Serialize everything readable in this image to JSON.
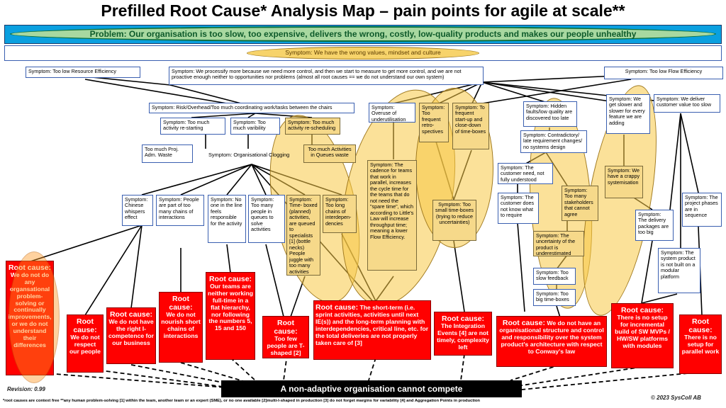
{
  "title": "Prefilled Root Cause* Analysis Map – pain points for agile at scale**",
  "problem": "Problem: Our organisation is too slow, too expensive, delivers the wrong, costly, low-quality products and makes our people unhealthy",
  "symptoms": {
    "wrong_values": "Symptom: We have the wrong values, mindset and culture",
    "resource_eff": "Symptom: Too low Resource Efficiency",
    "control": "Symptom: We processify more because we need more control, and then we start to measure to get more control, and we are not proactive enough neither to opportunities nor problems (almost all root causes == we do not understand our own system)",
    "flow_eff": "Symptom: Too low Flow Efficiency",
    "risk": "Symptom: Risk/Overhead/Too much coordinating work/tasks between the chairs",
    "restarting": "Symptom: Too much activity re-starting",
    "variability": "Symptom: Too much varibility",
    "rescheduling": "Symptom: Too much activity re-scheduling",
    "adm_waste": "Too much Proj. Adm. Waste",
    "clogging": "Symptom: Organisational Clogging",
    "queues_waste": "Too much Activities in Queues waste",
    "underutil": "Symptom: Overuse of underutilisation",
    "frequent_retro": "Symptom: Too frequent retro-spectives",
    "frequent_startup": "Symptom: To frequent start-up and close-down of time-boxes",
    "hidden_faults": "Symptom: Hidden faults/low quality are discovered too late",
    "slower": "Symptom: We get slower and slower for every feature we are adding",
    "value_slow": "Symptom: We deliver customer value too slow",
    "contradictory": "Symptom: Contradictory/ late requirement changes/ no systems design",
    "cadence": "Symptom: The cadence for teams that work in parallel, increases the cycle time for the teams that do not need the \"spare time\", which according to Little's Law will increase throughput time; meaning a lower Flow Efficiency.",
    "customer_need": "Symptom: The customer need, not fully understood",
    "crappy": "Symptom: We have a crappy systemisation",
    "chinese": "Symptom: Chinese whispers effect",
    "chains": "Symptom: People are part of too many chains of interactions",
    "responsible": "Symptom: No one in the line feels responsible for the activity",
    "queues": "Symptom: Too many people in queues to solve activities",
    "timeboxed": "Symptom: Time- boxed (planned) activities, are queued to specialists [1] (bottle necks) People juggle with too many activities",
    "long_chains": "Symptom: Too long chains of interdepen-dencies",
    "small_timeboxes": "Symptom: Too small time-boxes (trying to reduce uncertainties)",
    "not_know": "Symptom: The customer does not know what to require",
    "stakeholders": "Symptom: Too many stakeholders that cannot agree",
    "delivery_packages": "Symptom: The delivery packages are too big",
    "phases": "Symptom: The project phases are in sequence",
    "uncertainty": "Symptom: The uncertainty of the product is underestimated",
    "not_modular": "Symptom: The system product is not built on a modular platform",
    "slow_feedback": "Symptom: Too slow feedback",
    "big_timeboxes": "Symptom: Too big time-boxes"
  },
  "root_causes": [
    {
      "head": "Root cause:",
      "text": "We do not do any organsational problem-solving or continually improvements, or we do not understand their differences"
    },
    {
      "head": "Root cause:",
      "text": "We do not respect our people"
    },
    {
      "head": "Root cause:",
      "text": "We do not have the right I-competence for our business"
    },
    {
      "head": "Root cause:",
      "text": "We do not nourish short chains of interactions"
    },
    {
      "head": "Root cause:",
      "text": "Our teams are neither working full-time in a flat hierarchy, nor following the numbers 5, 15 and 150"
    },
    {
      "head": "Root cause:",
      "text": "Too few people are T-shaped [2]"
    },
    {
      "head": "Root cause:",
      "text": "The short-term (i.e. sprint activities, activities until next IE(s)) and the long-term planning with interdependencies, critical line, etc. for the total deliveries are not properly taken care of [3]"
    },
    {
      "head": "Root cause:",
      "text": "The Integration Events [4] are not timely, complexity left"
    },
    {
      "head": "Root cause:",
      "text": "We do not have an organisational structure and control and responsibility over the system product's architecture with respect to Conway's law"
    },
    {
      "head": "Root cause:",
      "text": "There is no setup for incremental build of SW MVPs / HW/SW platforms with modules"
    },
    {
      "head": "Root cause:",
      "text": "There is no setup for parallel work"
    }
  ],
  "conclusion": "A non-adaptive organisation cannot compete",
  "revision": "Revision: 0.99",
  "copyright": "© 2023 SysColl AB",
  "footnote": "*root causes are context free   **any human problem-solving  [1] within the team, another team or an expert (SME), or no one available  [2]multi-I-shaped in production  [3] do not forget margins for variability  [4] and Aggregation Points in production",
  "colors": {
    "problem_bg": "#0aa0e0",
    "root_cause": "#ff0000",
    "highlight": "#f7c846",
    "symptom_border": "#3a5fb0"
  }
}
